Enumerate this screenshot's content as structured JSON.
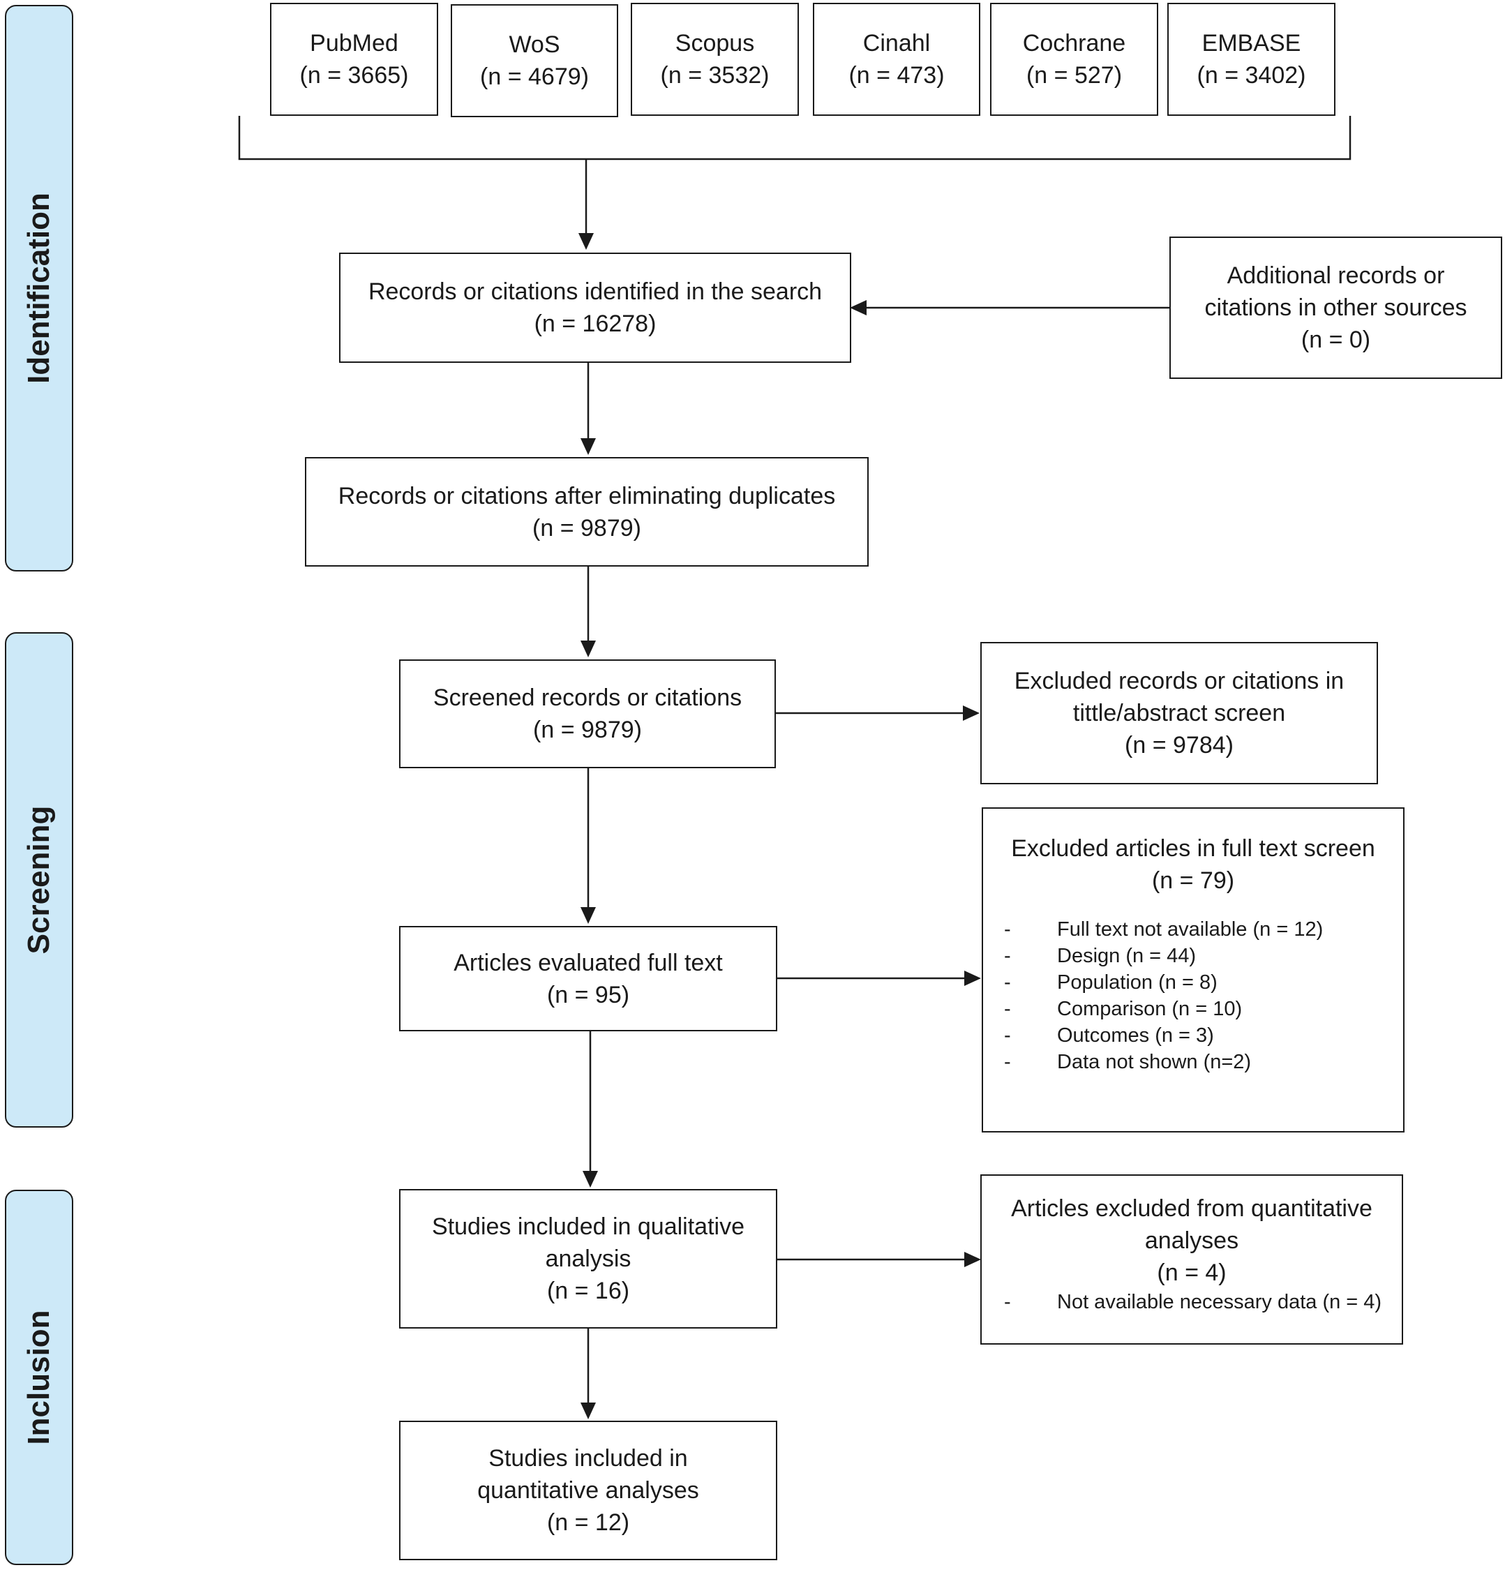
{
  "stages": {
    "identification": "Identification",
    "screening": "Screening",
    "inclusion": "Inclusion"
  },
  "databases": [
    {
      "name": "PubMed",
      "count": "(n = 3665)"
    },
    {
      "name": "WoS",
      "count": "(n = 4679)"
    },
    {
      "name": "Scopus",
      "count": "(n = 3532)"
    },
    {
      "name": "Cinahl",
      "count": "(n = 473)"
    },
    {
      "name": "Cochrane",
      "count": "(n = 527)"
    },
    {
      "name": "EMBASE",
      "count": "(n = 3402)"
    }
  ],
  "identified": {
    "line1": "Records or citations identified in the search",
    "count": "(n = 16278)"
  },
  "additional": {
    "line1": "Additional records or",
    "line2": "citations in other sources",
    "count": "(n = 0)"
  },
  "deduplicated": {
    "line1": "Records or citations after eliminating duplicates",
    "count": "(n = 9879)"
  },
  "screened": {
    "line1": "Screened records or citations",
    "count": "(n = 9879)"
  },
  "excluded_title": {
    "line1": "Excluded records or citations in",
    "line2": "tittle/abstract screen",
    "count": "(n = 9784)"
  },
  "fulltext": {
    "line1": "Articles evaluated full text",
    "count": "(n = 95)"
  },
  "excluded_fulltext": {
    "line1": "Excluded articles in full text screen",
    "count": "(n = 79)",
    "dash": "-",
    "reasons": [
      "Full text not available (n = 12)",
      "Design (n = 44)",
      "Population (n = 8)",
      "Comparison (n = 10)",
      "Outcomes (n = 3)",
      "Data not shown (n=2)"
    ]
  },
  "qualitative": {
    "line1": "Studies included in qualitative",
    "line2": "analysis",
    "count": "(n = 16)"
  },
  "excluded_quant": {
    "line1": "Articles excluded from quantitative",
    "line2": "analyses",
    "count": "(n = 4)",
    "dash": "-",
    "reason": "Not available necessary data (n = 4)"
  },
  "quantitative": {
    "line1": "Studies included in",
    "line2": "quantitative analyses",
    "count": "(n = 12)"
  }
}
